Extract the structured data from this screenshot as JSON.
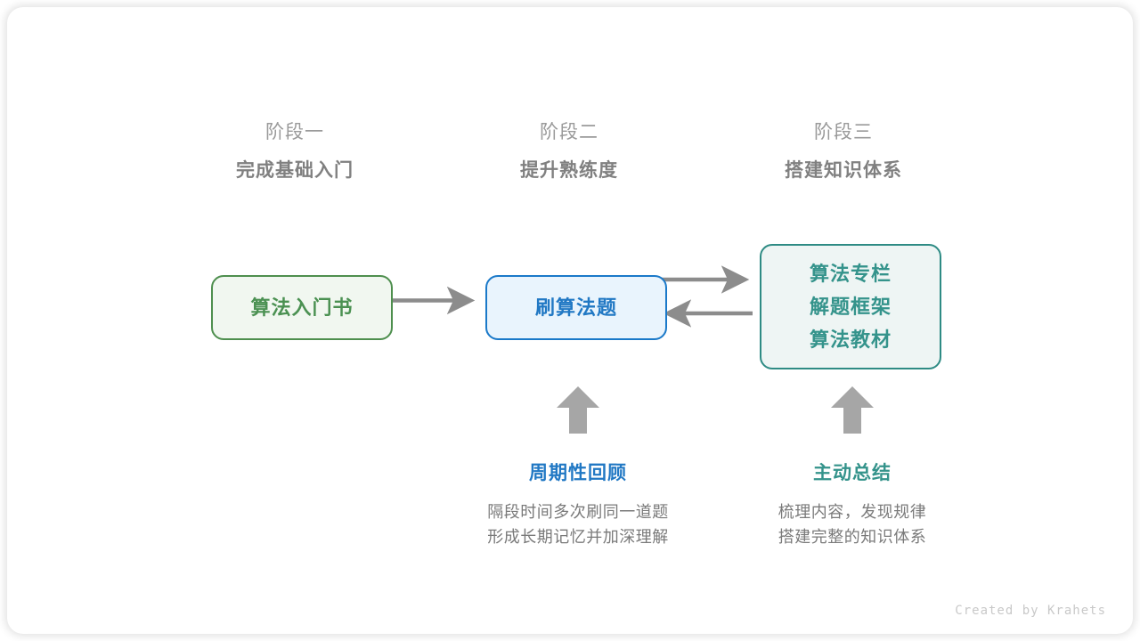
{
  "stages": [
    {
      "label": "阶段一",
      "title": "完成基础入门"
    },
    {
      "label": "阶段二",
      "title": "提升熟练度"
    },
    {
      "label": "阶段三",
      "title": "搭建知识体系"
    }
  ],
  "nodes": {
    "book": {
      "lines": [
        "算法入门书"
      ],
      "color": "#4b9152",
      "border": "#4e8f4e",
      "fill": "#f1f7f0"
    },
    "practice": {
      "lines": [
        "刷算法题"
      ],
      "color": "#2178c4",
      "border": "#1a79c9",
      "fill": "#e9f4fd"
    },
    "resources": {
      "lines": [
        "算法专栏",
        "解题框架",
        "算法教材"
      ],
      "color": "#34938b",
      "border": "#2e8b84",
      "fill": "#eef5f4"
    }
  },
  "notes": [
    {
      "title": "周期性回顾",
      "body_lines": [
        "隔段时间多次刷同一道题",
        "形成长期记忆并加深理解"
      ],
      "color": "#2178c4"
    },
    {
      "title": "主动总结",
      "body_lines": [
        "梳理内容，发现规律",
        "搭建完整的知识体系"
      ],
      "color": "#34938b"
    }
  ],
  "arrows": {
    "color": "#8c8c8c",
    "book_to_practice": "arrow-right",
    "practice_to_resources": "arrow-right",
    "resources_to_practice": "arrow-left",
    "review_up": "arrow-up",
    "summary_up": "arrow-up"
  },
  "credit": "Created by Krahets"
}
